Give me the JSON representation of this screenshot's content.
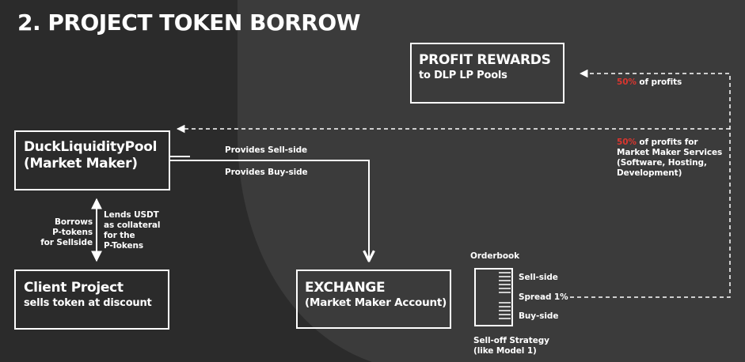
{
  "title": "2. PROJECT TOKEN BORROW",
  "nodes": {
    "profit_rewards": {
      "title": "PROFIT REWARDS",
      "subtitle": "to DLP LP Pools"
    },
    "duck_pool": {
      "line1": "DuckLiquidityPool",
      "line2": "(Market Maker)"
    },
    "client_project": {
      "title": "Client Project",
      "subtitle": "sells token at discount"
    },
    "exchange": {
      "line1": "EXCHANGE",
      "line2": "(Market Maker Account)"
    }
  },
  "labels": {
    "provides_sell": "Provides Sell-side",
    "provides_buy": "Provides Buy-side",
    "borrows": [
      "Borrows",
      "P-tokens",
      "for Sellside"
    ],
    "lends": [
      "Lends USDT",
      "as collateral",
      "for the",
      "P-Tokens"
    ],
    "profit_pct_1": "50%",
    "profit_text_1": "of profits",
    "profit_pct_2": "50%",
    "profit_text_2": "of profits for",
    "profit_services": [
      "Market Maker Services",
      "(Software, Hosting,",
      "Development)"
    ]
  },
  "orderbook": {
    "title": "Orderbook",
    "sell_side": "Sell-side",
    "spread": "Spread 1%",
    "buy_side": "Buy-side",
    "strategy": [
      "Sell-off Strategy",
      "(like Model 1)"
    ]
  },
  "colors": {
    "background": "#2b2b2b",
    "shape": "#3b3b3b",
    "accent": "#d9362f",
    "line": "#ffffff"
  }
}
